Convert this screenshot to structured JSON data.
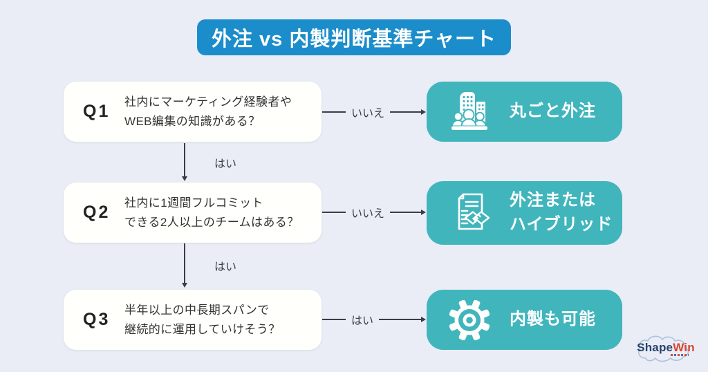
{
  "title": "外注 vs 内製判断基準チャート",
  "questions": [
    {
      "id": "Q1",
      "line1": "社内にマーケティング経験者や",
      "line2": "WEB編集の知識がある？",
      "branch_label": "いいえ",
      "down_label": "はい"
    },
    {
      "id": "Q2",
      "line1": "社内に1週間フルコミット",
      "line2": "できる2人以上のチームはある？",
      "branch_label": "いいえ",
      "down_label": "はい"
    },
    {
      "id": "Q3",
      "line1": "半年以上の中長期スパンで",
      "line2": "継続的に運用していけそう？",
      "branch_label": "はい"
    }
  ],
  "results": [
    {
      "icon": "building-people-icon",
      "line1": "丸ごと外注",
      "line2": ""
    },
    {
      "icon": "document-handshake-icon",
      "line1": "外注または",
      "line2": "ハイブリッド"
    },
    {
      "icon": "gear-icon",
      "line1": "内製も可能",
      "line2": ""
    }
  ],
  "logo": {
    "part1": "Shape",
    "part2": "Win"
  },
  "colors": {
    "background": "#eaedf6",
    "title_blue": "#1b8dca",
    "result_teal": "#41b5bc",
    "question_box": "#fffffb",
    "arrow": "#3c3c46",
    "logo_navy": "#27436b",
    "logo_red": "#d9442f"
  }
}
